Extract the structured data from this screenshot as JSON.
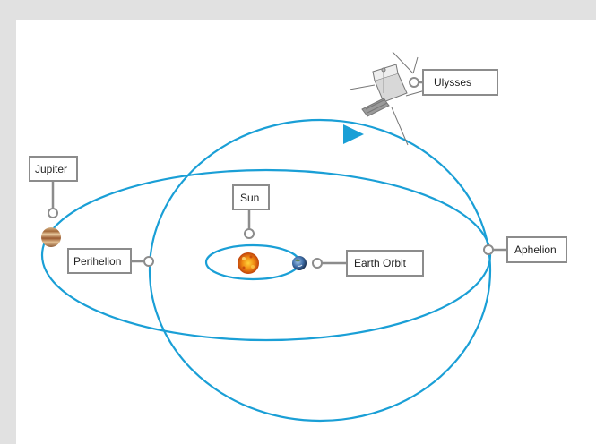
{
  "colors": {
    "orbit": "#1a9fd6",
    "label_border": "#8c8c8c",
    "frame_border": "#e1e1e1",
    "background": "#ffffff"
  },
  "labels": {
    "ulysses": "Ulysses",
    "jupiter": "Jupiter",
    "sun": "Sun",
    "perihelion": "Perihelion",
    "earth_orbit": "Earth Orbit",
    "aphelion": "Aphelion"
  },
  "icons": {
    "spacecraft": "ulysses-probe-icon",
    "sun": "sun-icon",
    "earth": "earth-icon",
    "jupiter": "jupiter-icon",
    "direction": "orbit-direction-arrow-icon"
  }
}
